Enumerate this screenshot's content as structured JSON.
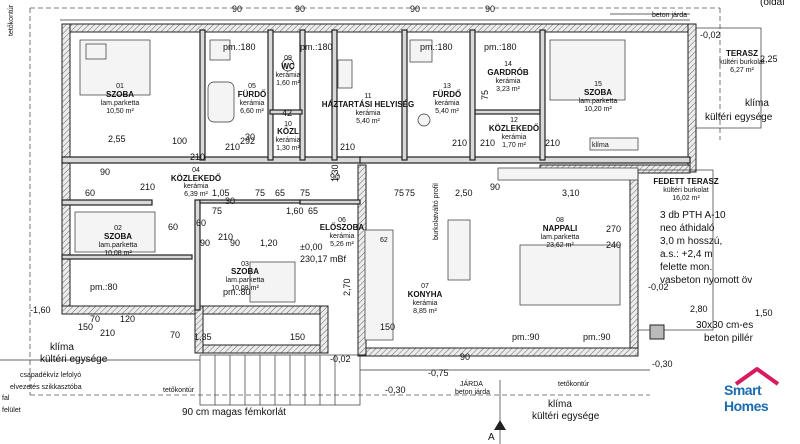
{
  "rooms": [
    {
      "num": "01",
      "name": "SZOBA",
      "floor": "lam.parketta",
      "area": "10,50 m²"
    },
    {
      "num": "02",
      "name": "SZOBA",
      "floor": "lam.parketta",
      "area": "10,08 m²"
    },
    {
      "num": "03",
      "name": "SZOBA",
      "floor": "lam.parketta",
      "area": "10,08 m²"
    },
    {
      "num": "04",
      "name": "KÖZLEKEDŐ",
      "floor": "kerámia",
      "area": "6,39 m²"
    },
    {
      "num": "05",
      "name": "FÜRDŐ",
      "floor": "kerámia",
      "area": "6,60 m²"
    },
    {
      "num": "06",
      "name": "ELŐSZOBA",
      "floor": "kerámia",
      "area": "5,26 m²"
    },
    {
      "num": "07",
      "name": "KONYHA",
      "floor": "kerámia",
      "area": "8,85 m²"
    },
    {
      "num": "08",
      "name": "NAPPALI",
      "floor": "lam.parketta",
      "area": "23,62 m²"
    },
    {
      "num": "09",
      "name": "WC",
      "floor": "kerámia",
      "area": "1,60 m²"
    },
    {
      "num": "10",
      "name": "KÖZL",
      "floor": "kerámia",
      "area": "1,30 m²"
    },
    {
      "num": "11",
      "name": "HÁZTARTÁSI HELYISÉG",
      "floor": "kerámia",
      "area": "5,40 m²"
    },
    {
      "num": "12",
      "name": "KÖZLEKEDŐ",
      "floor": "kerámia",
      "area": "1,70 m²"
    },
    {
      "num": "13",
      "name": "FÜRDŐ",
      "floor": "kerámia",
      "area": "5,40 m²"
    },
    {
      "num": "14",
      "name": "GARDRÓB",
      "floor": "kerámia",
      "area": "3,23 m²"
    },
    {
      "num": "15",
      "name": "SZOBA",
      "floor": "lam.parketta",
      "area": "10,20 m²"
    }
  ],
  "terrace": {
    "name": "TERASZ",
    "floor": "kültéri burkolat",
    "area": "6,27 m²"
  },
  "covered_terrace": {
    "name": "FEDETT TERASZ",
    "floor": "kültéri burkolat",
    "area": "16,02 m²"
  },
  "notes": {
    "beton_jarda_top": "beton járda",
    "oldal": "(oldal",
    "klima_right": "klíma",
    "kulteri_right": "kültéri egysége",
    "pth1": "3 db PTH A-10",
    "pth2": "neo áthidaló",
    "pth3": "3,0 m hosszú,",
    "pth4": "a.s.: +2,4 m",
    "pth5": "felette mon.",
    "pth6": "vasbeton nyomott öv",
    "pillar1": "30x30 cm-es",
    "pillar2": "beton pillér",
    "klima_left": "klíma",
    "kulteri_left": "kültéri egysége",
    "csapadek1": "csapadékvíz lefolyó",
    "csapadek2": "elvezetés szikkasztóba",
    "fal": "felület",
    "fal2": "fal",
    "railing": "90 cm magas fémkorlát",
    "jarda": "JÁRDA",
    "beton_jarda_bottom": "beton járda",
    "klima_bottom": "klíma",
    "kulteri_bottom": "kültéri egysége",
    "tetokontur_left": "tetőkontúr",
    "tetokontur_bl": "tetőkontúr",
    "tetokontur_bc": "tetőkontúr",
    "section": "A",
    "kemeny": "burkolatváltó profil",
    "kitchen_62": "62",
    "pm_klima": "klíma"
  },
  "elev": {
    "zero": "±0,00",
    "mbf": "230,17 mBf",
    "m002_tr": "-0,02",
    "m030_r": "-0,30",
    "m075": "-0,75",
    "m030_b": "-0,30",
    "m002_b": "-0,02",
    "m160": "-1,60",
    "m002_c": "-0,02"
  },
  "dims": {
    "d90a": "90",
    "d90b": "90",
    "d90c": "90",
    "d90d": "90",
    "d90e": "90",
    "d90f": "90",
    "d90g": "90",
    "d90h": "90",
    "d90i": "90",
    "pm180a": "pm.:180",
    "pm180b": "pm.:180",
    "pm180c": "pm.:180",
    "pm180d": "pm.:180",
    "pm80": "pm.:80",
    "pm80b": "pm.:80",
    "pm90a": "pm.:90",
    "pm90b": "pm.:90",
    "d255": "2,55",
    "d105": "1,05",
    "d120": "1,20",
    "d130": "1,30",
    "d250": "2,50",
    "d310": "3,10",
    "d270": "2,70",
    "d280": "2,80",
    "d225": "2,25",
    "d150": "1,50",
    "d210a": "210",
    "d210b": "210",
    "d210c": "210",
    "d210d": "210",
    "d210e": "210",
    "d210f": "210",
    "d210g": "210",
    "d210h": "210",
    "d210i": "210",
    "d75a": "75",
    "d75b": "75",
    "d75c": "75",
    "d75d": "75",
    "d75e": "75",
    "d65": "65",
    "d60a": "60",
    "d60b": "60",
    "d150b": "150",
    "d150c": "150",
    "d270b": "270",
    "d240": "240",
    "d60c": "60",
    "d100": "100",
    "d30": "30",
    "d42": "42",
    "d292": "292",
    "d70a": "70",
    "d70b": "70",
    "d120b": "120",
    "d1_35": "1,35",
    "d150d": "150",
    "d75f": "75",
    "d65b": "65",
    "d1_60": "1,60",
    "d90j": "90",
    "d30b": "30"
  }
}
